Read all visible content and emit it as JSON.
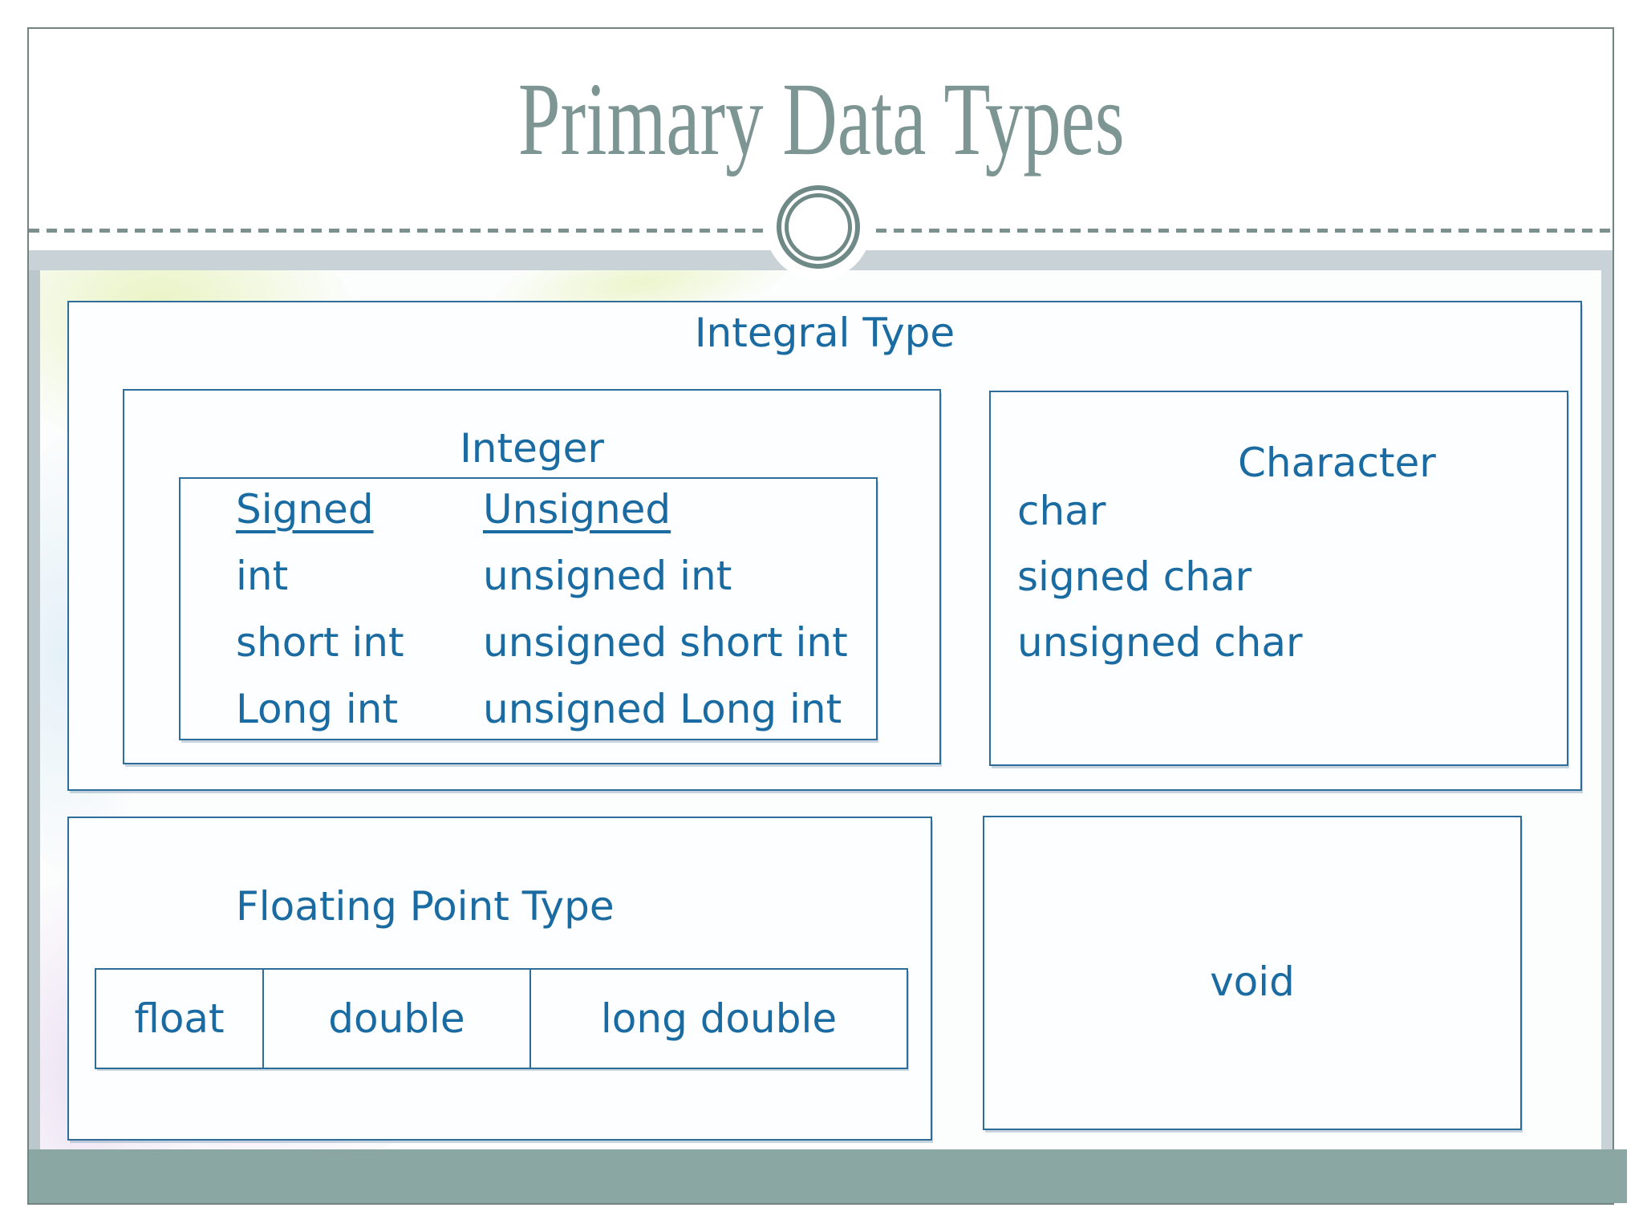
{
  "slide_title": "Primary Data Types",
  "integral": {
    "title": "Integral Type",
    "integer": {
      "title": "Integer",
      "col1_header": "Signed",
      "col2_header": "Unsigned",
      "rows": [
        {
          "signed": "int",
          "unsigned": "unsigned int"
        },
        {
          "signed": "short int",
          "unsigned": "unsigned short int"
        },
        {
          "signed": "Long int",
          "unsigned": "unsigned Long int"
        }
      ]
    },
    "character": {
      "title": "Character",
      "items": [
        "char",
        "signed char",
        "unsigned char"
      ]
    }
  },
  "floating": {
    "title": "Floating Point Type",
    "cells": [
      "float",
      "double",
      "long double"
    ]
  },
  "void_label": "void",
  "colors": {
    "diagram_text": "#1a6ba2",
    "box_border": "#2c6d99",
    "title_text": "#7e9693",
    "header_band": "#c9d2d6",
    "bottom_bar": "#8ba7a3",
    "ornament": "#6f8a86"
  }
}
